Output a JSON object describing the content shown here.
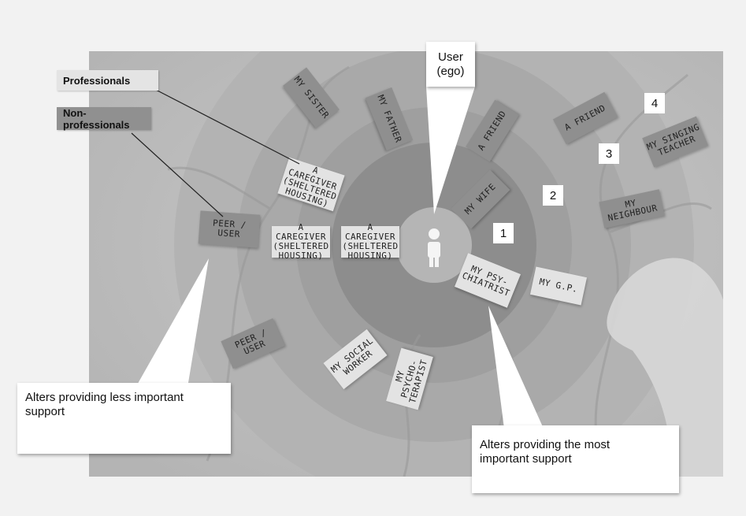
{
  "legend": {
    "professionals": "Professionals",
    "non_professionals": "Non-professionals"
  },
  "ego_label": "User\n(ego)",
  "circle_numbers": [
    "1",
    "2",
    "3",
    "4"
  ],
  "cards": {
    "my_sister": "MY SISTER",
    "my_father": "MY FATHER",
    "a_friend_1": "A FRIEND",
    "a_friend_2": "A FRIEND",
    "my_singing_teacher": "MY SINGING\nTEACHER",
    "my_neighbour": "MY NEIGHBOUR",
    "my_wife": "MY WIFE",
    "caregiver_outer": "A CAREGIVER\n(SHELTERED\nHOUSING)",
    "caregiver_mid": "A CAREGIVER\n(SHELTERED\nHOUSING)",
    "caregiver_inner": "A CAREGIVER\n(SHELTERED\nHOUSING)",
    "peer_user_1": "PEER / USER",
    "peer_user_2": "PEER / USER",
    "my_psychiatrist": "MY PSY-\nCHIATRIST",
    "my_gp": "MY G.P.",
    "my_social_worker": "MY SOCIAL\nWORKER",
    "my_psychotherapist": "MY PSYCHO-\nTERAPIST"
  },
  "callouts": {
    "less_important": "Alters providing less important support",
    "most_important": "Alters providing the most important support"
  },
  "colors": {
    "ring_outer": "#b0b0b0",
    "ring_2": "#a3a3a3",
    "ring_1": "#8e8e8e",
    "center": "#b7b7b7",
    "professional_card": "#e3e3e3",
    "non_professional_card": "#8f8f8f"
  },
  "icons": [
    "person-icon"
  ]
}
